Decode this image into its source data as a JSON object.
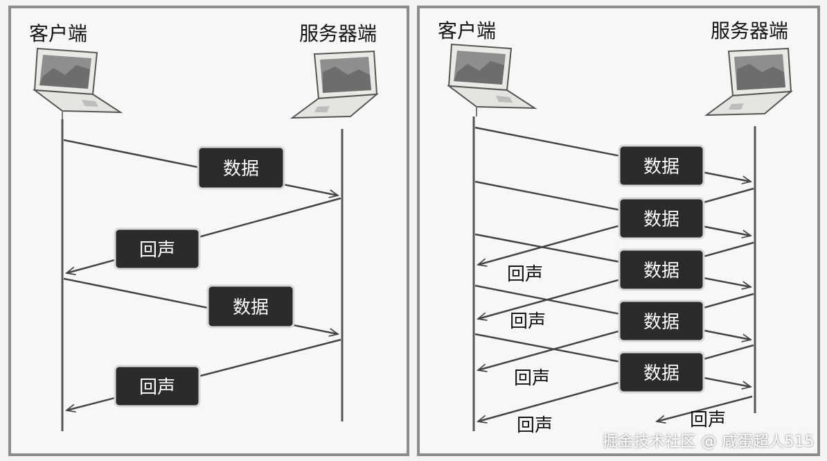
{
  "left_panel": {
    "client_label": "客户端",
    "server_label": "服务器端",
    "data_label": "数据",
    "echo_label": "回声",
    "exchanges": 2
  },
  "right_panel": {
    "client_label": "客户端",
    "server_label": "服务器端",
    "data_label": "数据",
    "echo_label": "回声",
    "data_packets": 5,
    "echo_packets": 5
  },
  "watermark": "掘金技术社区 @ 咸蛋超人515",
  "colors": {
    "panel_border": "#8c8c8c",
    "box_fill": "#2b2b2b",
    "box_border": "#d8d8d8",
    "line": "#555555",
    "background": "#f3f3f1"
  },
  "icons": {
    "client": "laptop-icon",
    "server": "laptop-icon"
  }
}
